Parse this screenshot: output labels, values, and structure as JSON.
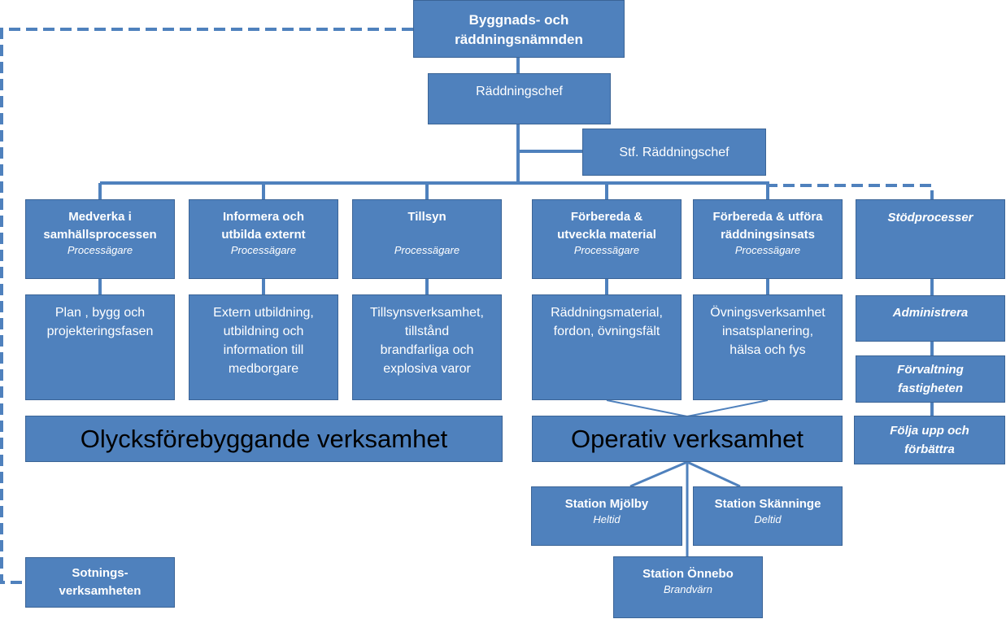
{
  "top": {
    "line1": "Byggnads- och",
    "line2": "räddningsnämnden"
  },
  "chief": "Räddningschef",
  "deputy": "Stf. Räddningschef",
  "processes": [
    {
      "l1": "Medverka i",
      "l2": "samhällsprocessen",
      "sub": "Processägare"
    },
    {
      "l1": "Informera och",
      "l2": "utbilda externt",
      "sub": "Processägare"
    },
    {
      "l1": "Tillsyn",
      "l2": "",
      "sub": "Processägare"
    },
    {
      "l1": "Förbereda &",
      "l2": "utveckla material",
      "sub": "Processägare"
    },
    {
      "l1": "Förbereda & utföra",
      "l2": "räddningsinsats",
      "sub": "Processägare"
    }
  ],
  "support": {
    "title": "Stödprocesser",
    "items": [
      {
        "l1": "Administrera",
        "l2": ""
      },
      {
        "l1": "Förvaltning",
        "l2": "fastigheten"
      },
      {
        "l1": "Följa upp och",
        "l2": "förbättra"
      }
    ]
  },
  "activities": [
    [
      "Plan , bygg och",
      "projekteringsfasen"
    ],
    [
      "Extern utbildning,",
      "utbildning och",
      "information till",
      "medborgare"
    ],
    [
      "Tillsynsverksamhet,",
      "tillstånd",
      "brandfarliga och",
      "explosiva varor"
    ],
    [
      "Räddningsmaterial,",
      "fordon, övningsfält"
    ],
    [
      "Övningsverksamhet",
      "insatsplanering,",
      "hälsa och fys"
    ]
  ],
  "areas": {
    "prevention": "Olycksförebyggande verksamhet",
    "operative": "Operativ verksamhet"
  },
  "stations": [
    {
      "name": "Station Mjölby",
      "type": "Heltid"
    },
    {
      "name": "Station Skänninge",
      "type": "Deltid"
    },
    {
      "name": "Station Önnebo",
      "type": "Brandvärn"
    }
  ],
  "sweeping": {
    "line1": "Sotnings-",
    "line2": "verksamheten"
  },
  "colors": {
    "box_fill": "#4F81BD",
    "box_border": "#3B6496",
    "connector": "#4F81BD"
  }
}
